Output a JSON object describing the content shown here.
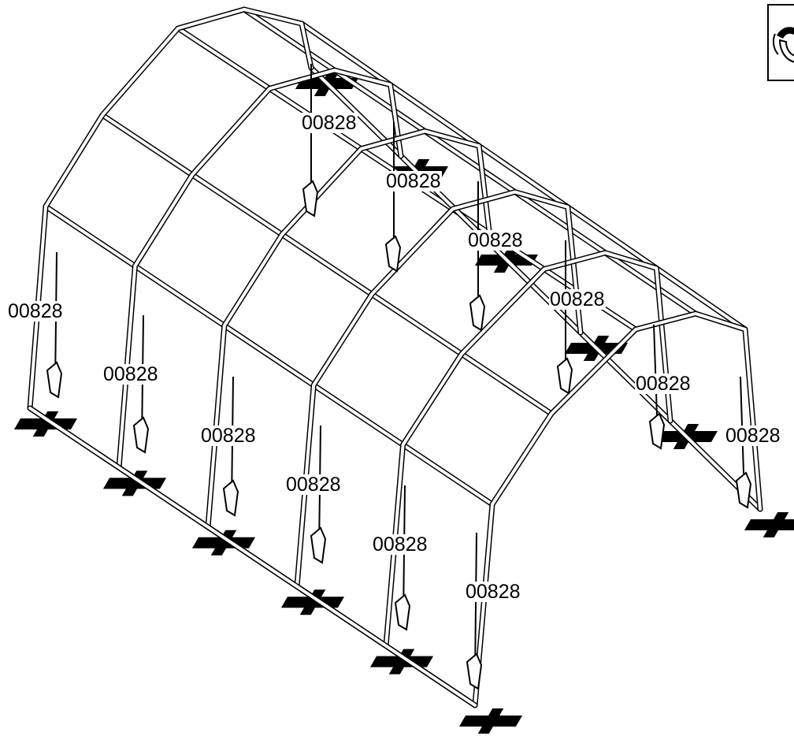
{
  "diagram": {
    "part_number": "00828",
    "arches": 6,
    "callout_count": 12,
    "colors": {
      "line": "#000000",
      "frame_fill": "#ffffff",
      "anchor": "#000000",
      "background": "#ffffff"
    },
    "icon": "ratchet-strap-icon"
  },
  "callouts": [
    {
      "label": "00828"
    },
    {
      "label": "00828"
    },
    {
      "label": "00828"
    },
    {
      "label": "00828"
    },
    {
      "label": "00828"
    },
    {
      "label": "00828"
    },
    {
      "label": "00828"
    },
    {
      "label": "00828"
    },
    {
      "label": "00828"
    },
    {
      "label": "00828"
    },
    {
      "label": "00828"
    },
    {
      "label": "00828"
    }
  ]
}
